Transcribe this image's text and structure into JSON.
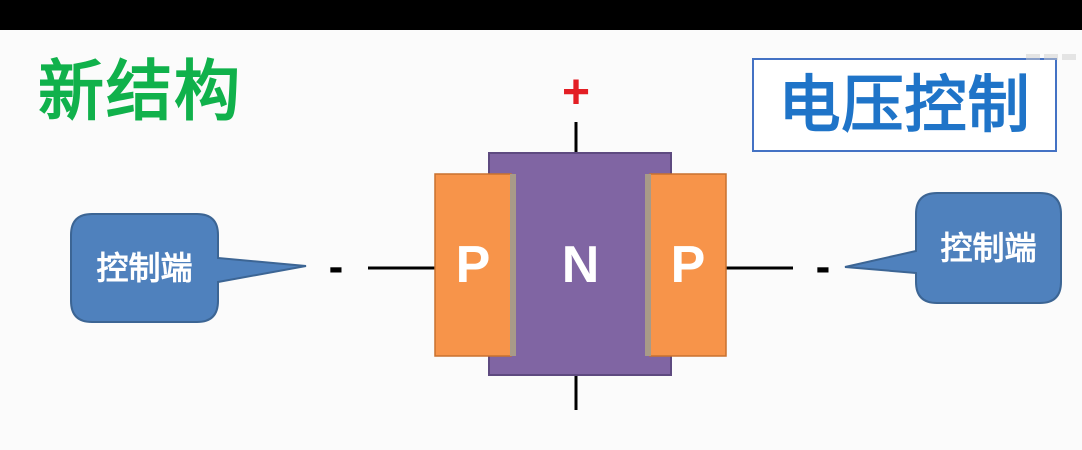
{
  "title_left": "新结构",
  "title_right": "电压控制",
  "device": {
    "left_region": "P",
    "center_region": "N",
    "right_region": "P"
  },
  "terminals": {
    "top_sign": "+",
    "left_sign": "-",
    "right_sign": "-"
  },
  "callouts": {
    "left": "控制端",
    "right": "控制端"
  },
  "colors": {
    "title_left": "#10b14b",
    "title_right": "#1f74c8",
    "p_region": "#f7944a",
    "n_region": "#8065a3",
    "callout_fill": "#4f81bd",
    "plus_sign": "#e31e24"
  }
}
